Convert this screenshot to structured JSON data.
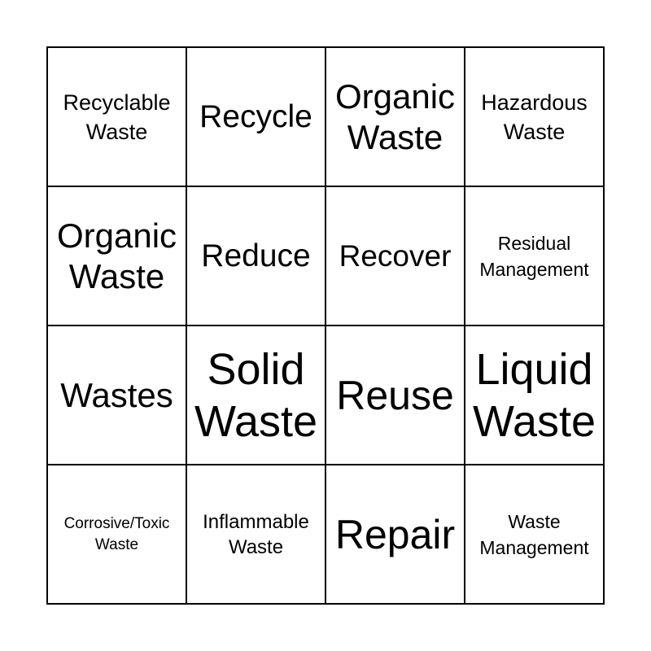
{
  "card": {
    "cells": [
      "Recyclable Waste",
      "Recycle",
      "Organic Waste",
      "Hazardous Waste",
      "Organic Waste",
      "Reduce",
      "Recover",
      "Residual Management",
      "Wastes",
      "Solid Waste",
      "Reuse",
      "Liquid Waste",
      "Corrosive/Toxic Waste",
      "Inflammable Waste",
      "Repair",
      "Waste Management"
    ]
  }
}
